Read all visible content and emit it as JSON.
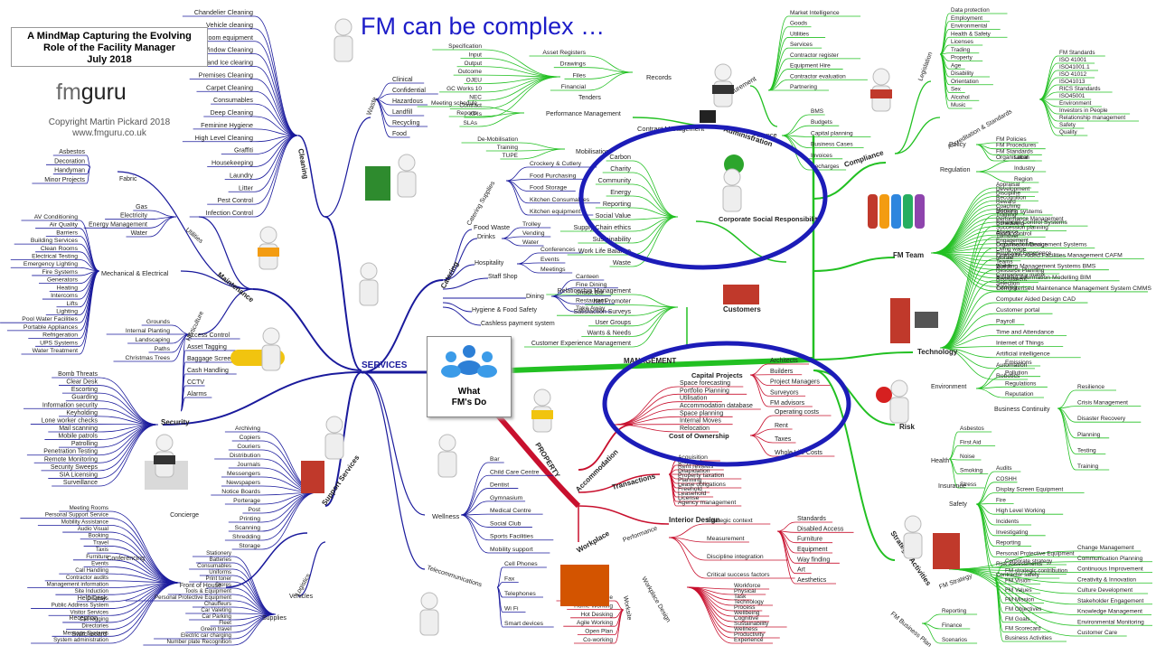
{
  "title": "FM can be complex …",
  "brand": {
    "heading": [
      "A MindMap Capturing the Evolving",
      "Role of the Facility Manager",
      "July 2018"
    ],
    "logo_fm": "fm",
    "logo_guru": "guru",
    "copyright": [
      "Copyright Martin Pickard 2018",
      "www.fmguru.co.uk"
    ]
  },
  "hub": [
    "What",
    "FM's Do"
  ],
  "colors": {
    "services": "#1a1a9c",
    "management": "#22c022",
    "property": "#c8102e",
    "highlight": "#1c1cb8"
  },
  "main_branches": {
    "services": "SERVICES",
    "management": "MANAGEMENT",
    "property": "PROPERTY"
  },
  "services": {
    "cleaning": {
      "label": "Cleaning",
      "items": [
        "Chandelier Cleaning",
        "Vehicle cleaning",
        "Washroom equipment",
        "Window Cleaning",
        "Snow and Ice clearing",
        "Premises Cleaning",
        "Carpet Cleaning",
        "Consumables",
        "Deep Cleaning",
        "Feminine Hygiene",
        "High Level Cleaning",
        "Graffiti",
        "Housekeeping",
        "Laundry",
        "Litter",
        "Pest Control",
        "Infection Control"
      ],
      "waste": {
        "label": "Waste",
        "items": [
          "Clinical",
          "Confidential",
          "Hazardous",
          "Landfill",
          "Recycling",
          "Food"
        ]
      }
    },
    "maintenance": {
      "label": "Maintenance",
      "fabric": {
        "label": "Fabric",
        "items": [
          "Asbestos",
          "Decoration",
          "Handyman",
          "Minor Projects"
        ]
      },
      "utilities": {
        "label": "Utilities",
        "items": [
          "Gas",
          "Electricity",
          "Energy Management",
          "Water"
        ]
      },
      "mech": {
        "label": "Mechanical & Electrical",
        "items": [
          "AV Conditioning",
          "Air Quality",
          "Barriers",
          "Building Services",
          "Clean Rooms",
          "Electrical Testing",
          "Emergency Lighting",
          "Fire Systems",
          "Generators",
          "Heating",
          "Intercoms",
          "Lifts",
          "Lighting",
          "Pool Water Facilities",
          "Portable Appliances",
          "Refrigeration",
          "UPS Systems",
          "Water Treatment"
        ]
      },
      "horticulture": {
        "label": "Horticulture",
        "items": [
          "Grounds",
          "Internal Planting",
          "Landscaping",
          "Paths",
          "Christmas Trees"
        ]
      }
    },
    "security": {
      "label": "Security",
      "items": [
        "Bomb Threats",
        "Clear Desk",
        "Escorting",
        "Guarding",
        "Information security",
        "Keyholding",
        "Lone worker checks",
        "Mail scanning",
        "Mobile patrols",
        "Patrolling",
        "Penetration Testing",
        "Remote Monitoring",
        "Security Sweeps",
        "SIA Licensing",
        "Surveillance"
      ],
      "access": [
        "Access Control",
        "Asset Tagging",
        "Baggage Screening",
        "Cash Handling",
        "CCTV",
        "Alarms"
      ]
    },
    "support": {
      "label": "Support Services",
      "items": [
        "Archiving",
        "Copiers",
        "Couriers",
        "Distribution",
        "Journals",
        "Messengers",
        "Newspapers",
        "Notice Boards",
        "Porterage",
        "Post",
        "Printing",
        "Scanning",
        "Shredding",
        "Storage"
      ],
      "front": {
        "label": "Front of House",
        "concierge": "Concierge",
        "conferencing": "Conferencing",
        "help": "Help Desk",
        "reception": "Reception",
        "switchboard": "Switchboard",
        "items": [
          "Meeting Rooms",
          "Personal Support Service",
          "Mobility Assistance",
          "Audio Visual",
          "Booking",
          "Travel",
          "Taxis",
          "Furniture",
          "Events",
          "Call Handling",
          "Contractor audits",
          "Management information",
          "Site Induction",
          "Displays",
          "Public Address System",
          "Visitor Services",
          "Call logging",
          "Directories",
          "Message Systems",
          "System administration"
        ]
      },
      "logistics": {
        "label": "Logistics",
        "supplies": "Supplies",
        "vehicles": "Vehicles",
        "items": [
          "Stationery",
          "Batteries",
          "Consumables",
          "Uniforms",
          "Print toner",
          "Stores",
          "Tools & Equipment",
          "Personal Protective Equipment",
          "Chauffeurs",
          "Car Valeting",
          "Car Parking",
          "Fleet",
          "Green travel",
          "Electric car charging",
          "Number plate Recognition"
        ]
      },
      "telecoms": {
        "label": "Telecommunications",
        "items": [
          "Cell Phones",
          "Fax",
          "Telephones",
          "Wi Fi",
          "Smart devices"
        ]
      },
      "wellness": {
        "label": "Wellness",
        "items": [
          "Bar",
          "Child Care Centre",
          "Dentist",
          "Gymnasium",
          "Medical Centre",
          "Social Club",
          "Sports Facilities",
          "Mobility support"
        ]
      }
    },
    "catering": {
      "label": "Catering",
      "supplies": {
        "label": "Catering Supplies",
        "items": [
          "Crockery & Cutlery",
          "Food Purchasing",
          "Food Storage",
          "Kitchen Consumables",
          "Kitchen equipment"
        ]
      },
      "food_waste": "Food Waste",
      "drinks": {
        "label": "Drinks",
        "items": [
          "Trolley",
          "Vending",
          "Water"
        ]
      },
      "hospitality": {
        "label": "Hospitality",
        "items": [
          "Conferences",
          "Events",
          "Meetings"
        ]
      },
      "staff_shop": "Staff Shop",
      "dining": {
        "label": "Dining",
        "items": [
          "Canteen",
          "Fine Dining",
          "Snack Bar",
          "Restaurant",
          "Take Away"
        ]
      },
      "hygiene": "Hygiene & Food Safety",
      "cashless": "Cashless payment system"
    }
  },
  "management": {
    "administration": "Administration",
    "contract": {
      "label": "Contract Management",
      "tenders": {
        "label": "Tenders",
        "items": [
          "Specification",
          "Input",
          "Output",
          "Outcome",
          "OJEU",
          "GC Works 10",
          "NEC",
          "Contract",
          "KPIs"
        ]
      },
      "records": {
        "label": "Records",
        "items": [
          "Asset Registers",
          "Drawings",
          "Files",
          "Financial"
        ]
      },
      "performance": {
        "label": "Performance Management",
        "items": [
          "Meeting schedule",
          "Reports",
          "SLAs"
        ]
      },
      "mobilisation": {
        "label": "Mobilisation",
        "items": [
          "De-Mobilisation",
          "Training",
          "TUPE"
        ]
      }
    },
    "procurement": {
      "label": "Procurement",
      "items": [
        "Market Intelligence",
        "Goods",
        "Utilities",
        "Services",
        "Contractor register",
        "Equipment Hire",
        "Contractor evaluation",
        "Partnering"
      ]
    },
    "finance": {
      "label": "Finance",
      "items": [
        "BMS",
        "Budgets",
        "Capital planning",
        "Business Cases",
        "Invoices",
        "Recharges"
      ]
    },
    "csr": {
      "label": "Corporate Social Responsibility",
      "items": [
        "Carbon",
        "Charity",
        "Community",
        "Energy",
        "Reporting",
        "Social Value",
        "Supply Chain ethics",
        "Sustainability",
        "Work Life Balance",
        "Waste"
      ]
    },
    "customers": {
      "label": "Customers",
      "items": [
        "Relationship Management",
        "Net Promoter",
        "Satisfaction Surveys",
        "User Groups",
        "Wants & Needs",
        "Customer Experience Management"
      ]
    },
    "compliance": {
      "label": "Compliance",
      "legislation": {
        "label": "Legislation",
        "items": [
          "Data protection",
          "Employment",
          "Environmental",
          "Health & Safety",
          "Licenses",
          "Trading",
          "Property",
          "Age",
          "Disability",
          "Orientation",
          "Sex",
          "Alcohol",
          "Music"
        ]
      },
      "accreditation": {
        "label": "Accreditation & Standards",
        "items": [
          "FM Standards",
          "ISO 41001",
          "ISO41001.1",
          "ISO 41012",
          "ISO41013",
          "RICS Standards",
          "ISO45001",
          "Environment",
          "Investors in People",
          "Relationship management",
          "Safety",
          "Quality"
        ]
      },
      "policy": {
        "label": "Policy",
        "items": [
          "FM Policies",
          "FM Procedures",
          "FM Standards",
          "Organisation"
        ]
      },
      "regulation": {
        "label": "Regulation",
        "items": [
          "Local",
          "Industry",
          "Region"
        ]
      }
    },
    "team": {
      "label": "FM Team",
      "items": [
        "Appraisal",
        "Development",
        "Discipline",
        "Recognition",
        "Reward",
        "Coaching",
        "Mentors",
        "Training",
        "Performance Management",
        "Scheduling",
        "Succession planning",
        "Absence",
        "Turnover",
        "Engagement",
        "Organisation Design",
        "Living wage",
        "Employee Experience",
        "Morale",
        "Teams",
        "Wants",
        "Resource Planning",
        "Competency matrix",
        "Recruitment",
        "Selection",
        "Tutoring"
      ]
    },
    "technology": {
      "label": "Technology",
      "items": [
        "Booking systems",
        "Financial Control Systems",
        "Stock control",
        "Document Management Systems",
        "Computer Aided Facilities Management CAFM",
        "Building Management Systems BMS",
        "Building Information Modelling BIM",
        "Computerised Maintenance Management System CMMS",
        "Computer Aided Design CAD",
        "Customer portal",
        "Payroll",
        "Time and Attendance",
        "Internet of Things",
        "Artificial intelligence",
        "Automation",
        "Robotics"
      ]
    },
    "risk": {
      "label": "Risk",
      "environment": {
        "label": "Environment",
        "items": [
          "Emissions",
          "Pollution",
          "Regulations",
          "Reputation"
        ]
      },
      "continuity": {
        "label": "Business Continuity",
        "items": [
          "Resilience",
          "Crisis Management",
          "Disaster Recovery",
          "Planning",
          "Testing",
          "Training"
        ]
      },
      "health": {
        "label": "Health",
        "items": [
          "Asbestos",
          "First Aid",
          "Noise",
          "Smoking",
          "Stress"
        ]
      },
      "insurance": "Insurance",
      "safety": {
        "label": "Safety",
        "items": [
          "Audits",
          "COSHH",
          "Display Screen Equipment",
          "Fire",
          "High Level Working",
          "Incidents",
          "Investigating",
          "Reporting",
          "Personal Protective Equipment",
          "Risk Assessments",
          "Contractor safety"
        ]
      }
    },
    "strategic": {
      "label": "Strategic Activities",
      "items": [
        "Change Management",
        "Communication Planning",
        "Continuous Improvement",
        "Creativity & Innovation",
        "Culture Development",
        "Stakeholder Engagement",
        "Knowledge Management",
        "Environmental Monitoring",
        "Customer Care"
      ],
      "strategy": {
        "label": "FM Strategy",
        "items": [
          "Corporate strategy",
          "FM strategic contribution",
          "FM Vision",
          "FM Values",
          "FM Mission",
          "FM Objectives",
          "FM Goals",
          "FM Scorecard",
          "Business Activities"
        ]
      },
      "plan": {
        "label": "FM Business Plan",
        "items": [
          "Reporting",
          "Finance",
          "Scenarios"
        ]
      }
    }
  },
  "property": {
    "accommodation": {
      "label": "Accommodation",
      "items": [
        "Space forecasting",
        "Portfolio Planning",
        "Utilisation",
        "Accommodation database",
        "Space planning",
        "Internal Moves",
        "Relocation"
      ]
    },
    "capital": {
      "label": "Capital Projects",
      "items": [
        "Architects",
        "Builders",
        "Project Managers",
        "Surveyors",
        "FM advisors"
      ]
    },
    "ownership": {
      "label": "Cost of Ownership",
      "items": [
        "Operating costs",
        "Rent",
        "Taxes",
        "Whole Life Costs"
      ]
    },
    "transactions": {
      "label": "Transactions",
      "items": [
        "Acquisition",
        "Disposal",
        "Rent reviews",
        "Dilapidation",
        "Property taxation",
        "Planning",
        "Lease obligations",
        "Freehold",
        "Leasehold",
        "License",
        "Agency management"
      ]
    },
    "interior": {
      "label": "Interior Design",
      "items": [
        "Standards",
        "Disabled Access",
        "Furniture",
        "Equipment",
        "Way finding",
        "Art",
        "Aesthetics"
      ]
    },
    "workplace": {
      "label": "Workplace",
      "performance": {
        "label": "Performance",
        "items": [
          "Strategic context",
          "Measurement",
          "Discipline integration",
          "Critical success factors"
        ]
      },
      "design": {
        "label": "Workplace Design",
        "items": [
          "Workforce",
          "Physical",
          "Task",
          "Technology",
          "Process",
          "Wellbeing",
          "Cognitive",
          "Sustainability",
          "Wellness",
          "Productivity",
          "Experience"
        ]
      },
      "worksite": {
        "label": "Worksite",
        "items": [
          "Cellular Office",
          "Home Working",
          "Hot Desking",
          "Agile Working",
          "Open Plan",
          "Co-working"
        ]
      }
    }
  }
}
